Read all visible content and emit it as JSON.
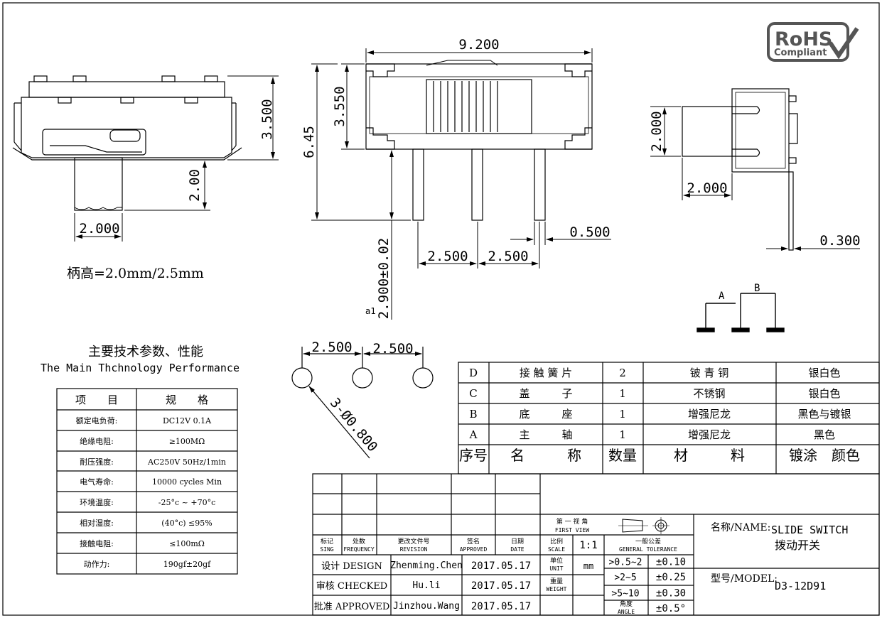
{
  "logo": {
    "line1": "RoHS",
    "line2": "Compliant"
  },
  "dims": {
    "total_width": "9.200",
    "body_height": "3.550",
    "total_height": "6.45",
    "pin_length": "2.900±0.02",
    "pin_pitch_1": "2.500",
    "pin_pitch_2": "2.500",
    "pin_width": "0.500",
    "side_body_height": "3.500",
    "side_handle_height": "2.00",
    "side_handle_width": "2.000",
    "right_handle_height": "2.000",
    "right_handle_width": "2.000",
    "right_pin_thickness": "0.300",
    "a1": "a1"
  },
  "handle_note": "柄高=2.0mm/2.5mm",
  "pcb": {
    "pitch_1": "2.500",
    "pitch_2": "2.500",
    "hole": "3-Ø0.800"
  },
  "circuit": {
    "label_a": "A",
    "label_b": "B"
  },
  "specs": {
    "title_cn": "主要技术参数、性能",
    "title_en": "The Main Thchnology Performance",
    "header": [
      "项　　目",
      "规　　格"
    ],
    "rows": [
      [
        "额定电负荷:",
        "DC12V 0.1A"
      ],
      [
        "绝缘电阻:",
        "≥100MΩ"
      ],
      [
        "耐压强度:",
        "AC250V  50Hz/1min"
      ],
      [
        "电气寿命:",
        "10000 cycles Min"
      ],
      [
        "环境温度:",
        "-25°c ~ +70°c"
      ],
      [
        "相对湿度:",
        "(40°c) ≤95%"
      ],
      [
        "接触电阻:",
        "≤100mΩ"
      ],
      [
        "动作力:",
        "190gf±20gf"
      ]
    ]
  },
  "bom": {
    "rows": [
      [
        "D",
        "接 触 簧 片",
        "2",
        "铍 青 铜",
        "银白色"
      ],
      [
        "C",
        "盖　　　子",
        "1",
        "不锈钢",
        "银白色"
      ],
      [
        "B",
        "底　　　座",
        "1",
        "增强尼龙",
        "黑色与镀银"
      ],
      [
        "A",
        "主　　　轴",
        "1",
        "增强尼龙",
        "黑色"
      ]
    ],
    "header": [
      "序号",
      "名　　　称",
      "数量",
      "材　　　料",
      "镀涂　颜色"
    ]
  },
  "title_block": {
    "rev_cols": [
      {
        "cn": "标记",
        "en": "SING"
      },
      {
        "cn": "处数",
        "en": "FREQUENCY"
      },
      {
        "cn": "更改文件号",
        "en": "REVISION"
      },
      {
        "cn": "签名",
        "en": "APPROVED"
      },
      {
        "cn": "日期",
        "en": "DATE"
      }
    ],
    "design": {
      "label": "设计 DESIGN",
      "name": "Zhenming.Chen",
      "date": "2017.05.17"
    },
    "checked": {
      "label": "审核 CHECKED",
      "name": "Hu.li",
      "date": "2017.05.17"
    },
    "approved": {
      "label": "批准 APPROVED",
      "name": "Jinzhou.Wang",
      "date": "2017.05.17"
    },
    "view_cn": "第 一 视 角",
    "view_en": "FIRST VIEW",
    "scale_cn": "比例",
    "scale_en": "SCALE",
    "scale_val": "1:1",
    "unit_cn": "单位",
    "unit_en": "UNIT",
    "unit_val": "mm",
    "weight_cn": "重量",
    "weight_en": "WEIGHT",
    "tol_cn": "一般公差",
    "tol_en": "GENERAL TOLERANCE",
    "tolerances": [
      [
        ">0.5~2",
        "±0.10"
      ],
      [
        ">2~5",
        "±0.25"
      ],
      [
        ">5~10",
        "±0.30"
      ]
    ],
    "angle_cn": "角度",
    "angle_en": "ANGLE",
    "angle_val": "±0.5°",
    "name_label": "名称/NAME:",
    "name_en": "SLIDE SWITCH",
    "name_cn": "拨动开关",
    "model_label": "型号/MODEL:",
    "model_val": "D3-12D91"
  }
}
